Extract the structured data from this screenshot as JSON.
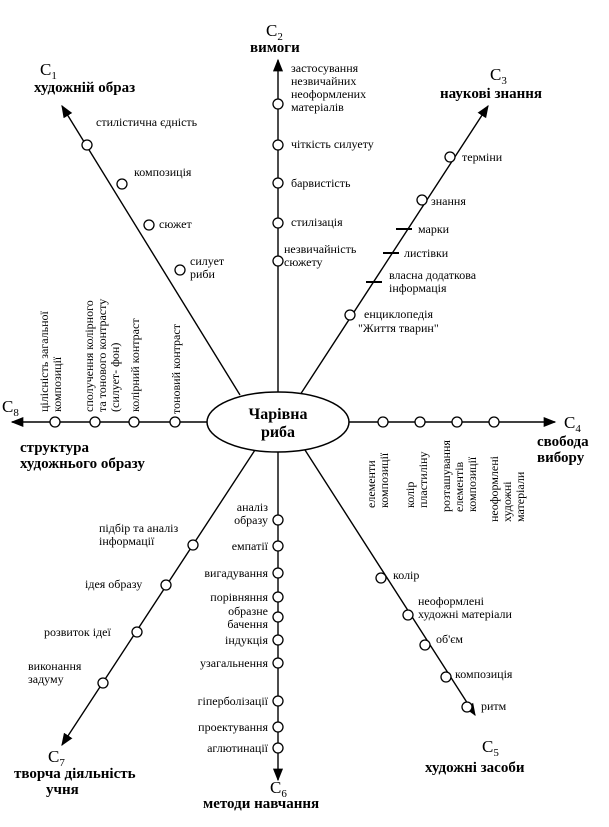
{
  "center": {
    "line1": "Чарівна",
    "line2": "риба"
  },
  "c1": {
    "code": "C",
    "sub": "1",
    "title": "художній образ",
    "items": [
      "стилістична єдність",
      "композиція",
      "сюжет",
      "силует",
      "риби"
    ]
  },
  "c2": {
    "code": "C",
    "sub": "2",
    "title": "вимоги",
    "items": [
      "застосування",
      "незвичайних",
      "неоформлених",
      "матеріалів",
      "чіткість силуету",
      "барвистість",
      "стилізація",
      "незвичайність",
      "сюжету"
    ]
  },
  "c3": {
    "code": "C",
    "sub": "3",
    "title": "наукові знання",
    "items": [
      "терміни",
      "знання",
      "марки",
      "листівки",
      "власна додаткова",
      "інформація",
      "енциклопедія",
      "\"Життя тварин\""
    ]
  },
  "c4": {
    "code": "C",
    "sub": "4",
    "title1": "свобода",
    "title2": "вибору",
    "items": [
      "елементи",
      "композиції",
      "колір",
      "пластиліну",
      "розташування",
      "елементів",
      "композиції",
      "неоформлені",
      "художні",
      "матеріали"
    ]
  },
  "c5": {
    "code": "C",
    "sub": "5",
    "title": "художні засоби",
    "items": [
      "колір",
      "неоформлені",
      "художні матеріали",
      "об'єм",
      "композиція",
      "ритм"
    ]
  },
  "c6": {
    "code": "C",
    "sub": "6",
    "title": "методи навчання",
    "items": [
      "аналіз",
      "образу",
      "емпатії",
      "вигадування",
      "порівняння",
      "образне",
      "бачення",
      "індукція",
      "узагальнення",
      "гіперболізації",
      "проектування",
      "аглютинації"
    ]
  },
  "c7": {
    "code": "C",
    "sub": "7",
    "title1": "творча діяльність",
    "title2": "учня",
    "items": [
      "підбір та аналіз",
      "інформації",
      "ідея образу",
      "розвиток ідеї",
      "виконання",
      "задуму"
    ]
  },
  "c8": {
    "code": "C",
    "sub": "8",
    "title1": "структура",
    "title2": "художнього образу",
    "items": [
      "цілісність загальної",
      "композиції",
      "сполучення колірного",
      "та тонового контрасту",
      "(силует- фон)",
      "колірний контраст",
      "тоновий контраст"
    ]
  }
}
